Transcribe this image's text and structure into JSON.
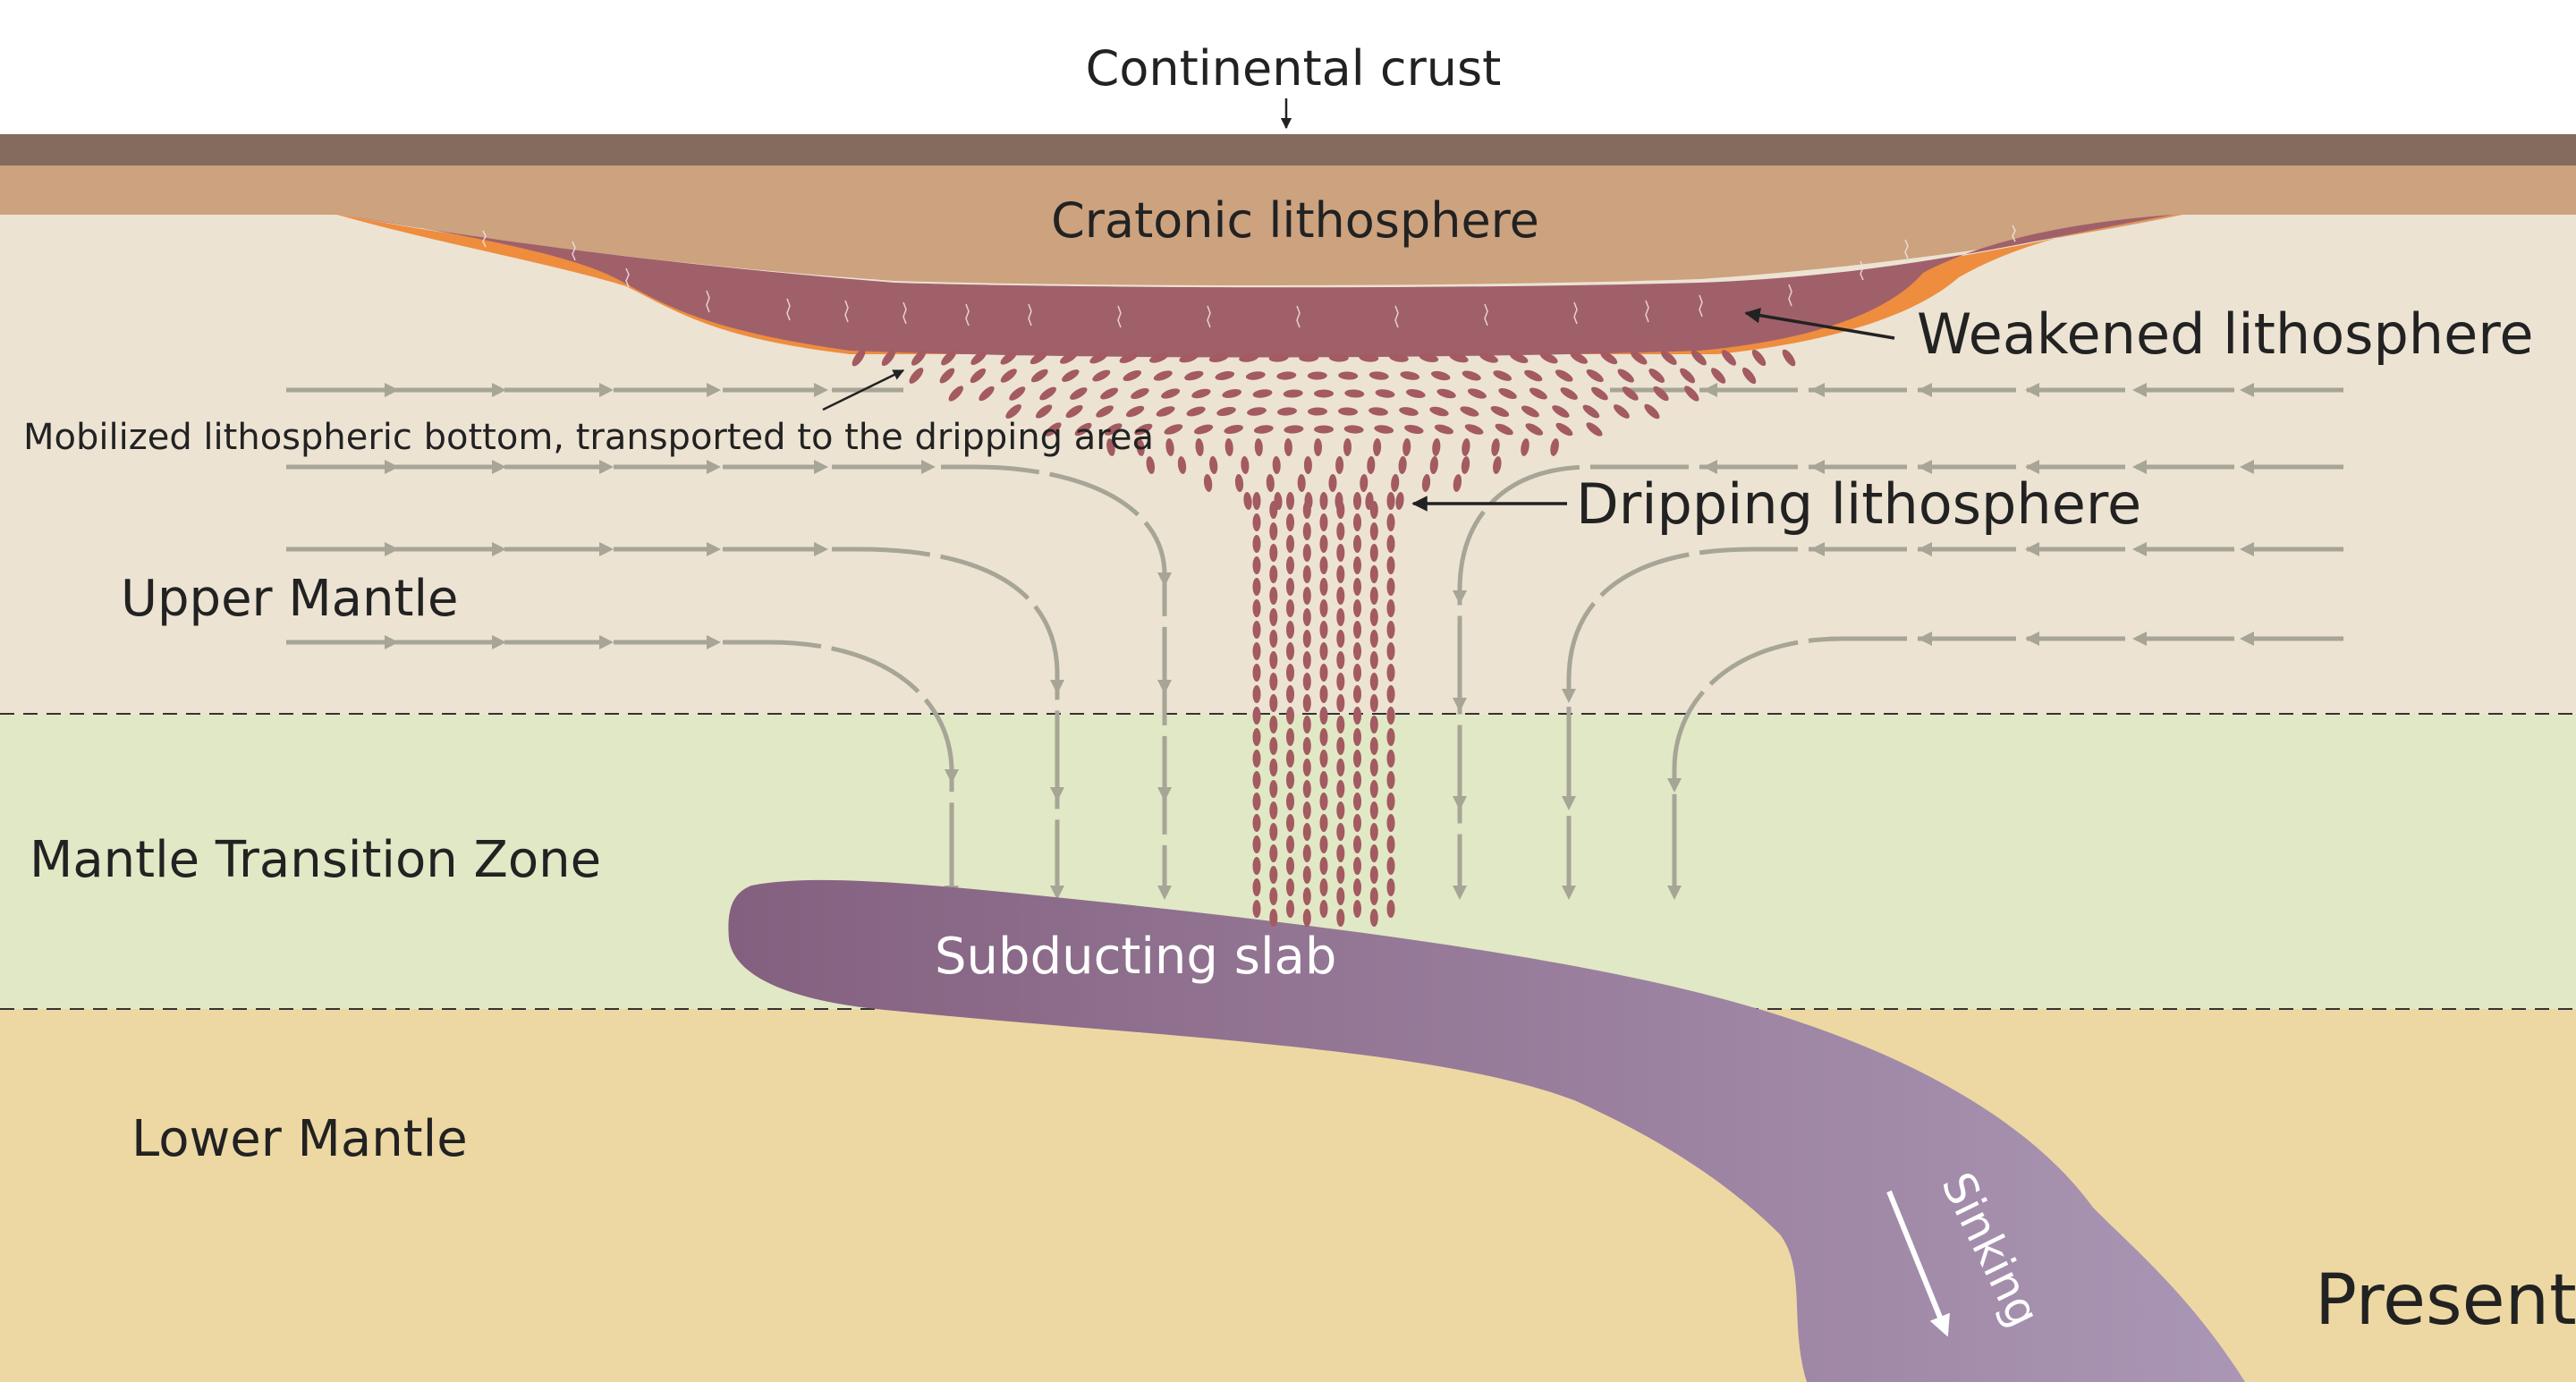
{
  "labels": {
    "continental_crust": "Continental crust",
    "cratonic_lithosphere": "Cratonic lithosphere",
    "weakened_lithosphere": "Weakened lithosphere",
    "mobilized_bottom": "Mobilized lithospheric bottom, transported to the dripping area",
    "dripping_lithosphere": "Dripping lithosphere",
    "upper_mantle": "Upper Mantle",
    "mantle_transition_zone": "Mantle Transition Zone",
    "subducting_slab": "Subducting slab",
    "lower_mantle": "Lower Mantle",
    "sinking": "Sinking",
    "time_stage": "Present"
  },
  "colors": {
    "crust": "#846b5d",
    "cratonic_lithosphere": "#cca27f",
    "weakened_lithosphere": "#a0606a",
    "orange_rim": "#ee8d3e",
    "upper_mantle": "#ece3d3",
    "transition_zone": "#e1e8c5",
    "lower_mantle": "#edd8a3",
    "slab_dark": "#84607f",
    "slab_light": "#aa97b5",
    "flow_arrows": "#a6a596",
    "drip_blobs": "#a35a60"
  }
}
